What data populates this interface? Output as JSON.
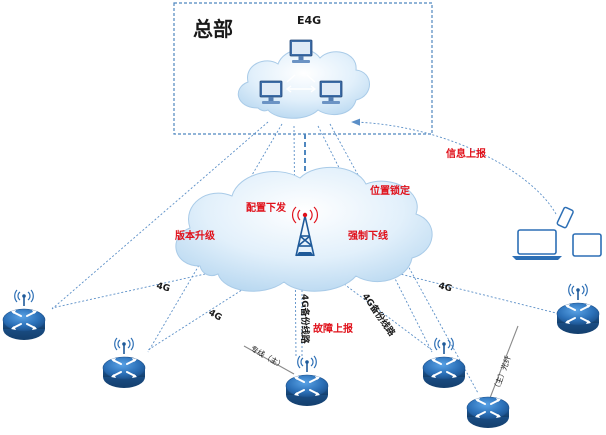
{
  "headquarters": {
    "title": "总部",
    "e4g_label": "E4G"
  },
  "labels": {
    "version_upgrade": "版本升级",
    "config_deliver": "配置下发",
    "location_lock": "位置锁定",
    "forced_offline": "强制下线",
    "info_report": "信息上报",
    "fault_report": "故障上报",
    "link_4g_left": "4G",
    "link_4g_mid": "4G",
    "link_4g_right": "4G",
    "backup_line_a": "4G备份线路",
    "backup_line_b": "4G备份线路",
    "private_line_main": "专线（主）",
    "fiber_main": "（主）光纤"
  },
  "colors": {
    "line_blue": "#5b8fc7",
    "cloud_blue": "#d3e9f8",
    "router_blue": "#2d6fb5",
    "label_red": "#e0101a",
    "hq_box": "#4f87bf"
  }
}
